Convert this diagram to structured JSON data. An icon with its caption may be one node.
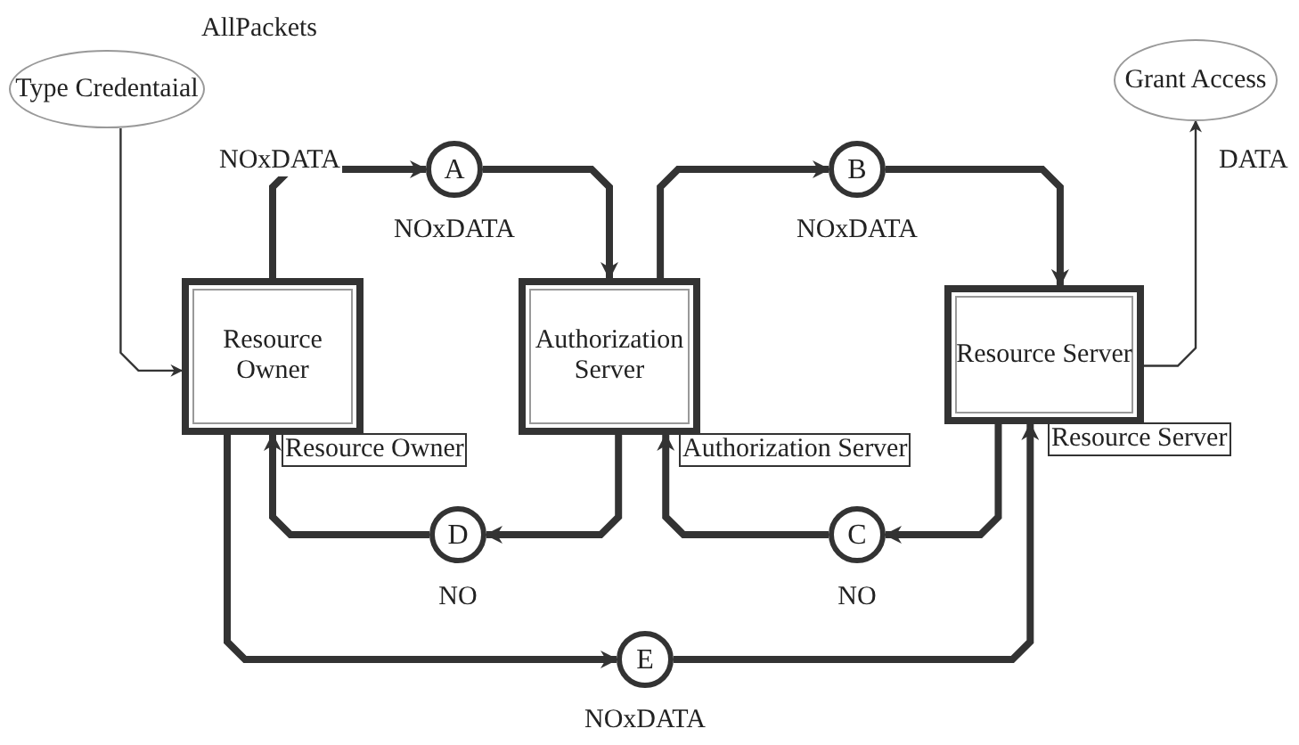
{
  "diagram": {
    "nodes": [
      {
        "text": [
          "Type Credentaial"
        ]
      },
      {
        "text": [
          "Resource Owner"
        ],
        "beside": [
          "Resource Owner"
        ]
      },
      {
        "text": [
          "Authorization Server"
        ],
        "beside": [
          "Authorization Server"
        ]
      },
      {
        "text": [
          "Resource Server"
        ],
        "beside": [
          "Resource Server"
        ]
      },
      {
        "text": [
          "Grant Access"
        ]
      },
      {
        "text": [
          "A"
        ],
        "beside": [
          "NOxDATA"
        ]
      },
      {
        "text": [
          "B"
        ],
        "beside": [
          "NOxDATA"
        ]
      },
      {
        "text": [
          "C"
        ],
        "beside": [
          "NO"
        ]
      },
      {
        "text": [
          "D"
        ],
        "beside": [
          "NO"
        ]
      },
      {
        "text": [
          "E"
        ],
        "beside": [
          "NOxDATA"
        ]
      }
    ],
    "edges": [
      {
        "from": 0,
        "to": 1,
        "arrow": "to"
      },
      {
        "from": 1,
        "to": 5,
        "arrow": "to",
        "label": "NOxDATA"
      },
      {
        "from": 5,
        "to": 2,
        "arrow": "to"
      },
      {
        "from": 2,
        "to": 6,
        "arrow": "to"
      },
      {
        "from": 6,
        "to": 3,
        "arrow": "to"
      },
      {
        "from": 3,
        "to": 7,
        "arrow": "to"
      },
      {
        "from": 7,
        "to": 2,
        "arrow": "to"
      },
      {
        "from": 2,
        "to": 8,
        "arrow": "to"
      },
      {
        "from": 8,
        "to": 1,
        "arrow": "to"
      },
      {
        "from": 1,
        "to": 9,
        "arrow": "to"
      },
      {
        "from": 9,
        "to": 3,
        "arrow": "to"
      },
      {
        "from": 3,
        "to": 4,
        "arrow": "to",
        "label": "DATA"
      }
    ],
    "labels": [
      "AllPackets"
    ]
  }
}
